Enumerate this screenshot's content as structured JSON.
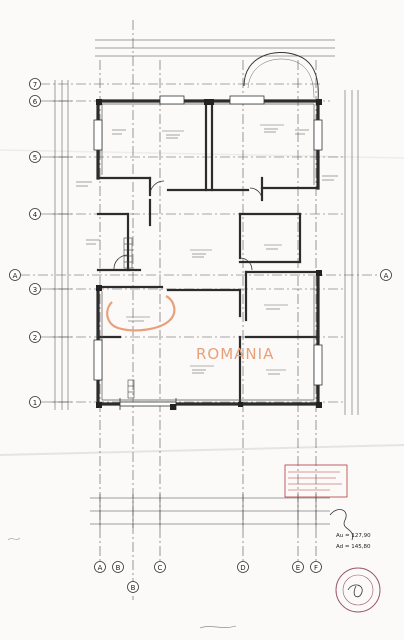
{
  "grid_rows": [
    "7",
    "6",
    "5",
    "4",
    "A",
    "3",
    "2",
    "1"
  ],
  "grid_cols": [
    "A",
    "B",
    "C",
    "D",
    "E",
    "F"
  ],
  "section_marker": "B",
  "watermark": "ROMANIA",
  "areas": {
    "au": "Au = 127,90",
    "ad": "Ad = 145,80"
  },
  "colors": {
    "paper": "#fbfaf8",
    "line": "#3a3a3a",
    "grid": "#555555",
    "watermark": "#e8a07a",
    "stamp": "#b33a3a"
  }
}
